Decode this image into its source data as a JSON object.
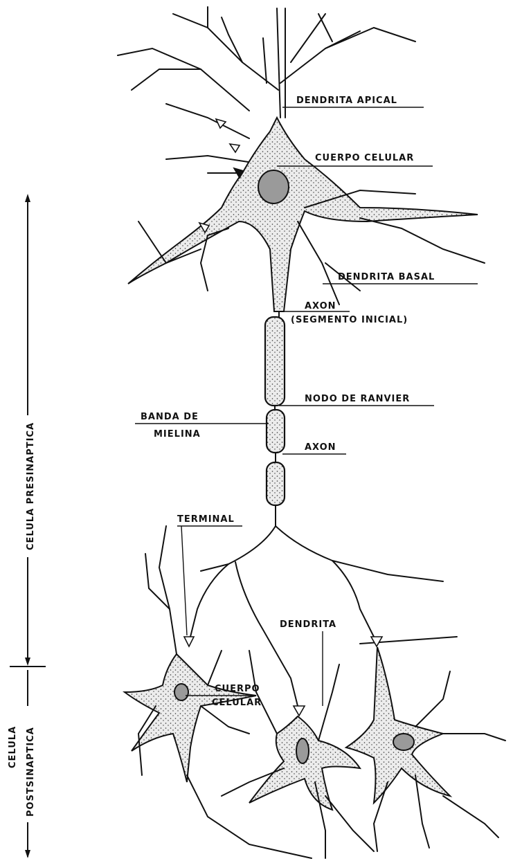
{
  "labels": {
    "dendrita_apical": "DENDRITA APICAL",
    "cuerpo_celular": "CUERPO CELULAR",
    "dendrita_basal": "DENDRITA BASAL",
    "axon_line1": "AXON",
    "axon_line2": "(SEGMENTO INICIAL)",
    "nodo_ranvier": "NODO DE RANVIER",
    "banda_line1": "BANDA DE",
    "banda_line2": "MIELINA",
    "axon": "AXON",
    "terminal": "TERMINAL",
    "dendrita": "DENDRITA",
    "cuerpo_post_line1": "CUERPO",
    "cuerpo_post_line2": "CELULAR"
  },
  "side_labels": {
    "presinaptica": "CELULA PRESINAPTICA",
    "postsinaptica_line1": "CELULA",
    "postsinaptica_line2": "POSTSINAPTICA"
  }
}
